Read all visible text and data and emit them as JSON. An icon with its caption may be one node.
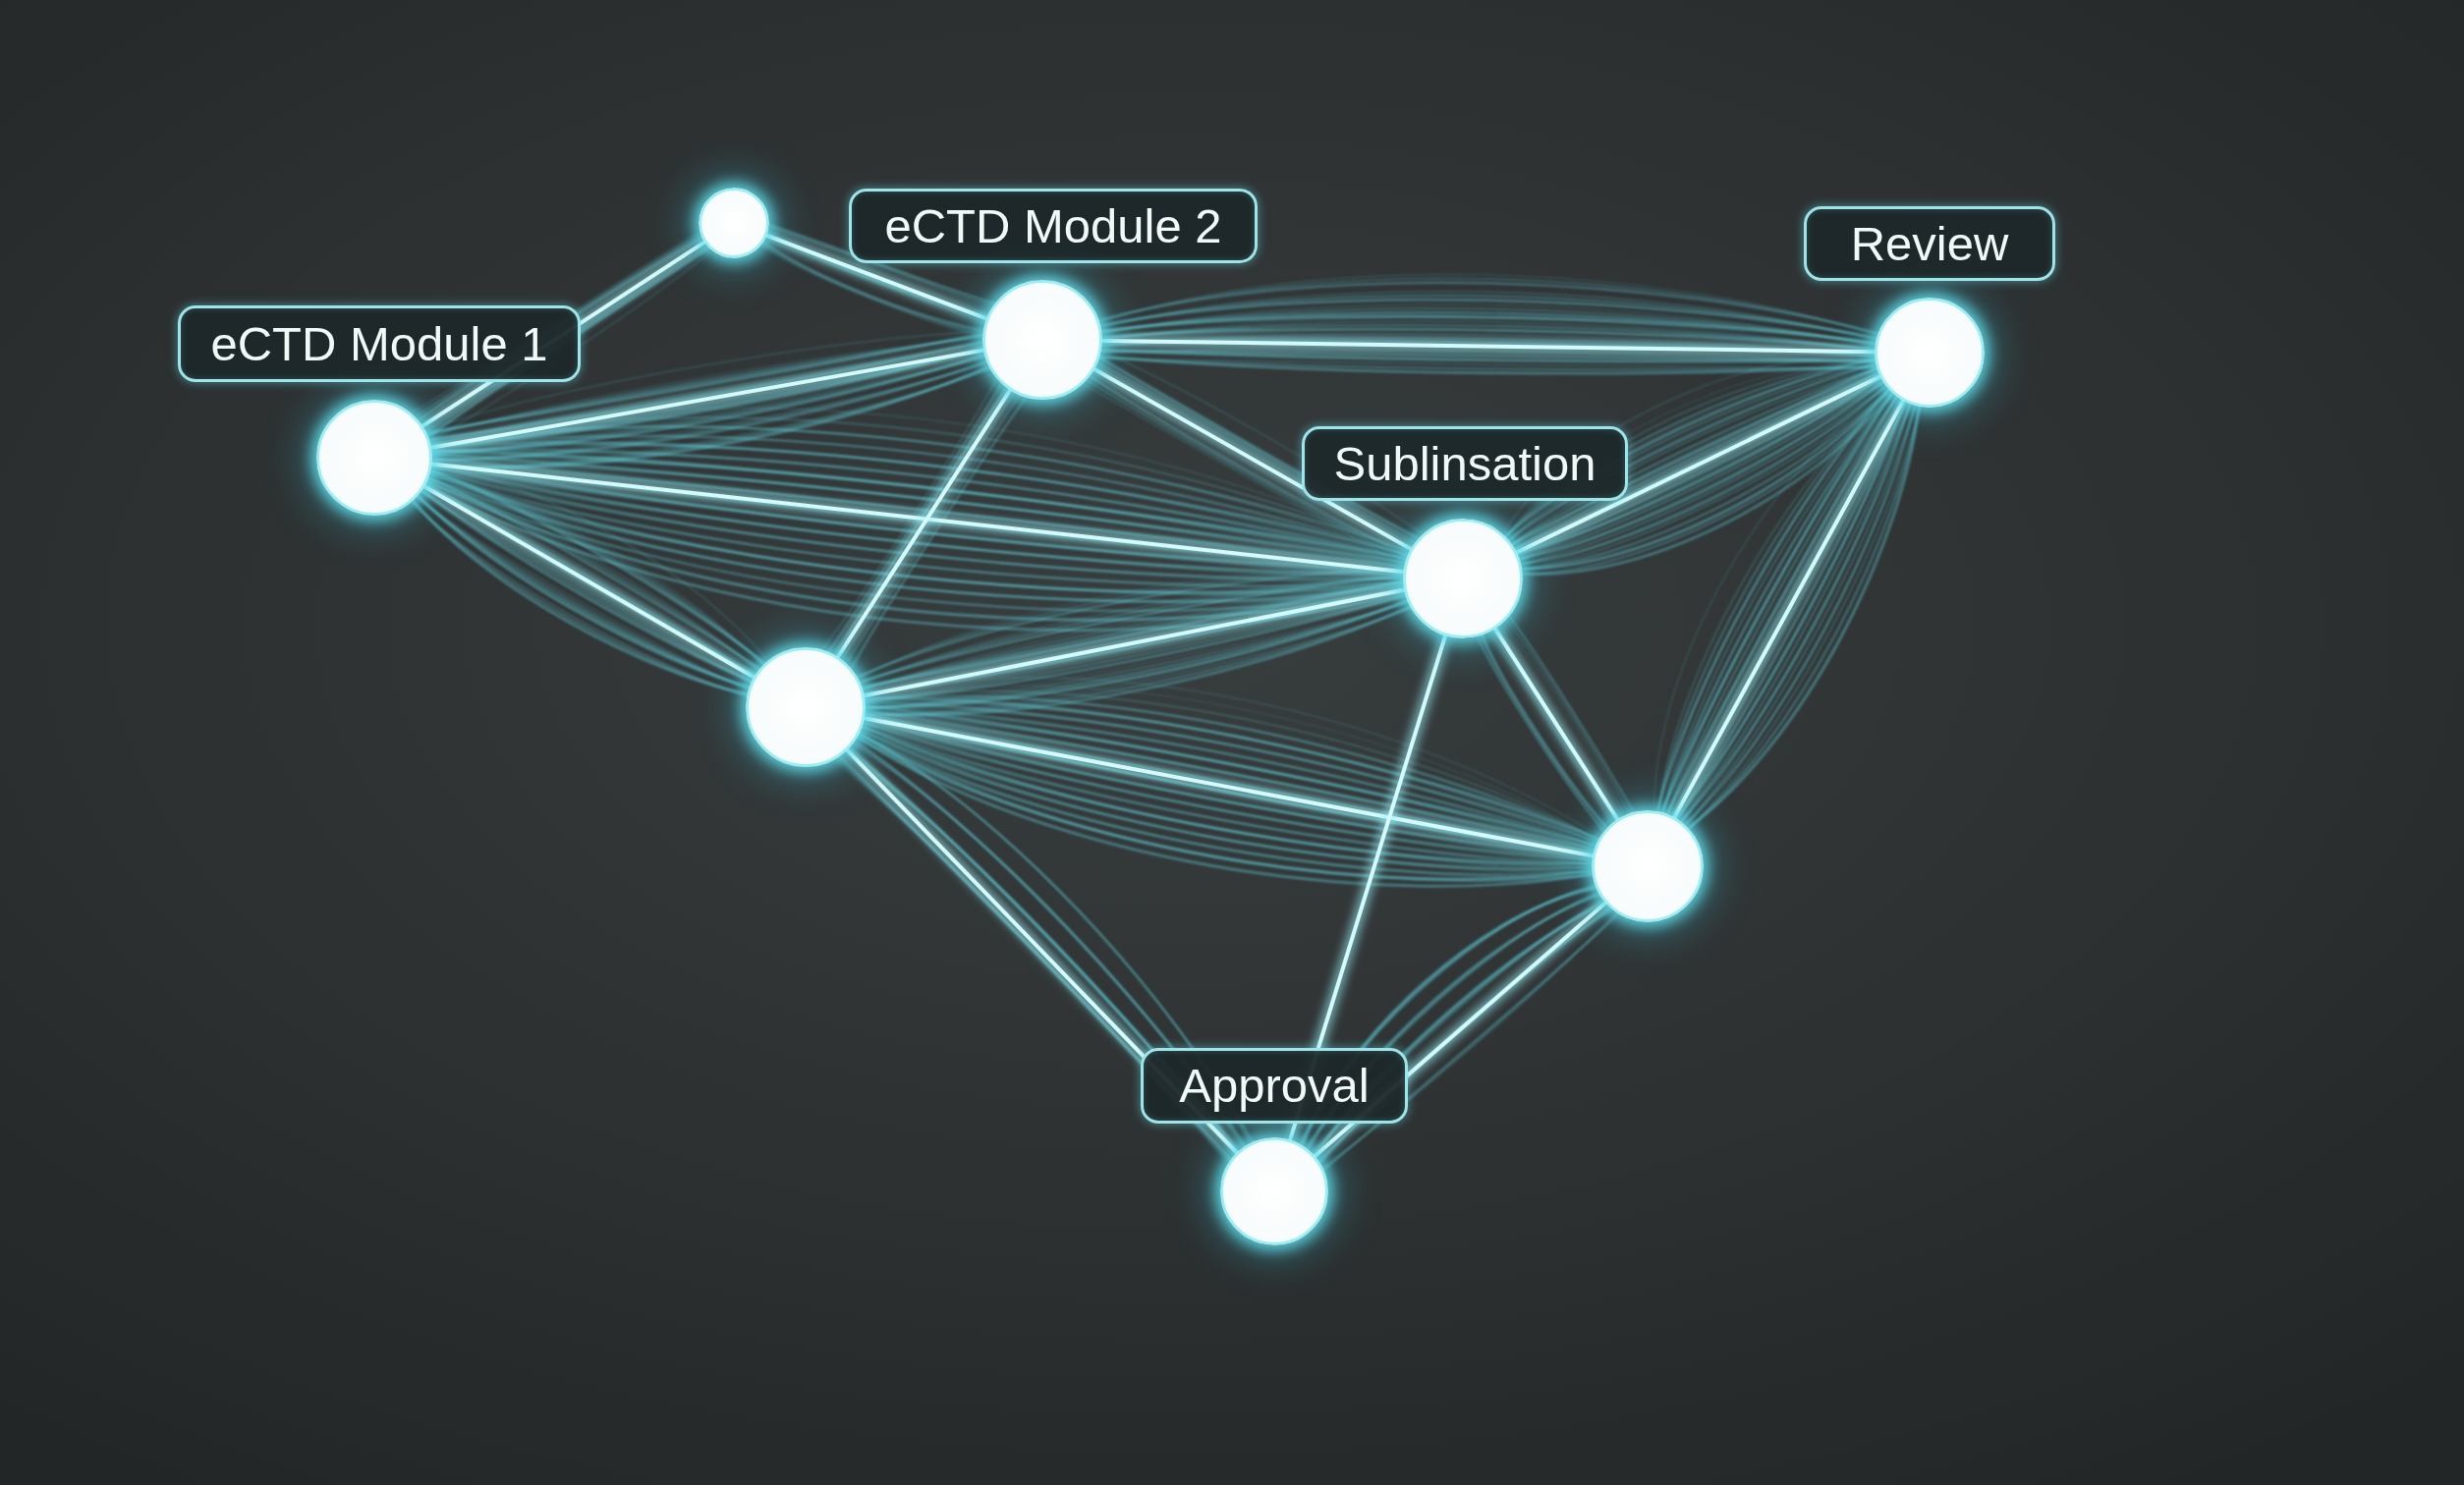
{
  "diagram": {
    "nodes": [
      {
        "text": [],
        "shape": "circle"
      },
      {
        "text": [],
        "shape": "circle",
        "beside": [
          "eCTD Module 2"
        ]
      },
      {
        "text": [],
        "shape": "circle",
        "beside": [
          "Review"
        ]
      },
      {
        "text": [],
        "shape": "circle",
        "beside": [
          "eCTD Module 1"
        ]
      },
      {
        "text": [],
        "shape": "circle",
        "beside": [
          "Sublinsation"
        ]
      },
      {
        "text": [],
        "shape": "circle"
      },
      {
        "text": [],
        "shape": "circle"
      },
      {
        "text": [],
        "shape": "circle",
        "beside": [
          "Approval"
        ]
      }
    ],
    "edges": [
      {
        "from": 0,
        "to": 3,
        "arrow": "none"
      },
      {
        "from": 0,
        "to": 1,
        "arrow": "none"
      },
      {
        "from": 3,
        "to": 1,
        "arrow": "none"
      },
      {
        "from": 3,
        "to": 4,
        "arrow": "none"
      },
      {
        "from": 3,
        "to": 5,
        "arrow": "none"
      },
      {
        "from": 1,
        "to": 2,
        "arrow": "none"
      },
      {
        "from": 1,
        "to": 4,
        "arrow": "none"
      },
      {
        "from": 1,
        "to": 5,
        "arrow": "none"
      },
      {
        "from": 4,
        "to": 2,
        "arrow": "none"
      },
      {
        "from": 5,
        "to": 4,
        "arrow": "none"
      },
      {
        "from": 5,
        "to": 6,
        "arrow": "none"
      },
      {
        "from": 5,
        "to": 7,
        "arrow": "none"
      },
      {
        "from": 4,
        "to": 7,
        "arrow": "none"
      },
      {
        "from": 4,
        "to": 6,
        "arrow": "none"
      },
      {
        "from": 6,
        "to": 2,
        "arrow": "none"
      },
      {
        "from": 6,
        "to": 7,
        "arrow": "none"
      }
    ]
  }
}
